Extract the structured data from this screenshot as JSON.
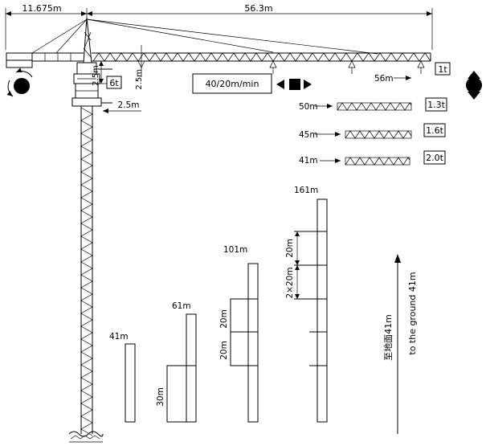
{
  "dims": {
    "counter_jib": "11.675m",
    "jib": "56.3m",
    "hook_small": "2.5m",
    "trolley_hook": "2.5m"
  },
  "loads": {
    "main": "6t",
    "tip": "1t",
    "tip_radius": "56m",
    "rows": [
      {
        "radius": "50m",
        "load": "1.3t"
      },
      {
        "radius": "45m",
        "load": "1.6t"
      },
      {
        "radius": "41m",
        "load": "2.0t"
      }
    ]
  },
  "speed_label": "40/20m/min",
  "heights": {
    "h41": "41m",
    "h61": "61m",
    "h101": "101m",
    "h161": "161m",
    "sec_30": "30m",
    "sec_20a": "20m",
    "sec_20b": "20m",
    "sec_20c": "20m",
    "sec_2x20": "2×20m"
  },
  "ground_cn": "至地面41m",
  "ground_en": "to the ground 41m"
}
